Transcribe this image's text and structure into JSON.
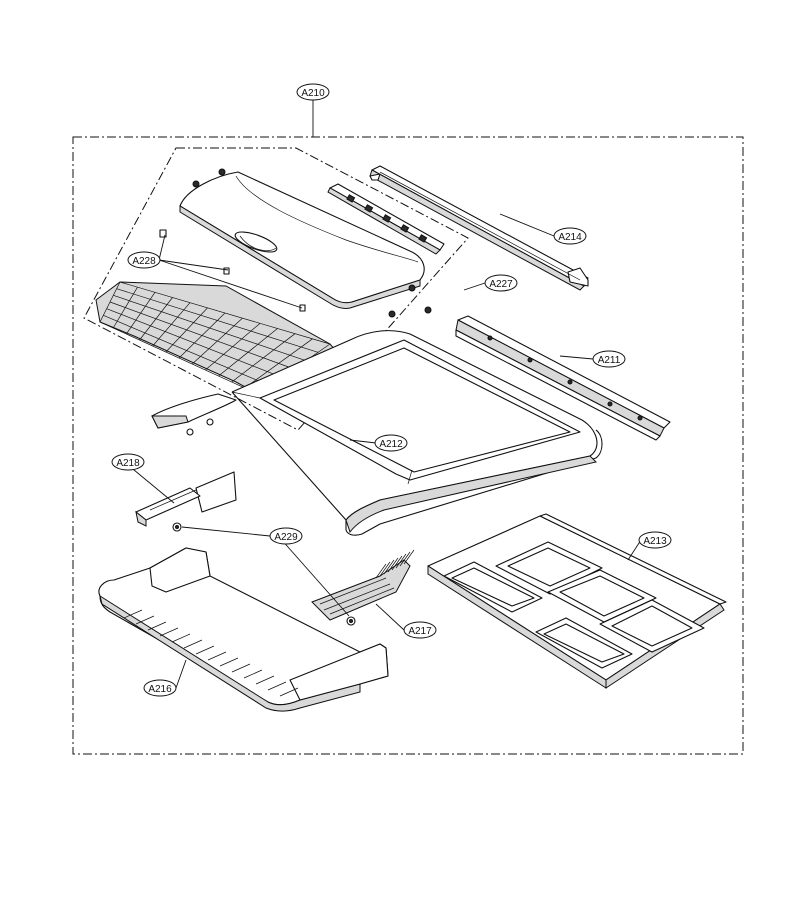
{
  "diagram": {
    "callouts": {
      "a210": "A210",
      "a214": "A214",
      "a228": "A228",
      "a227": "A227",
      "a211": "A211",
      "a212": "A212",
      "a218": "A218",
      "a229": "A229",
      "a213": "A213",
      "a217": "A217",
      "a216": "A216"
    }
  }
}
